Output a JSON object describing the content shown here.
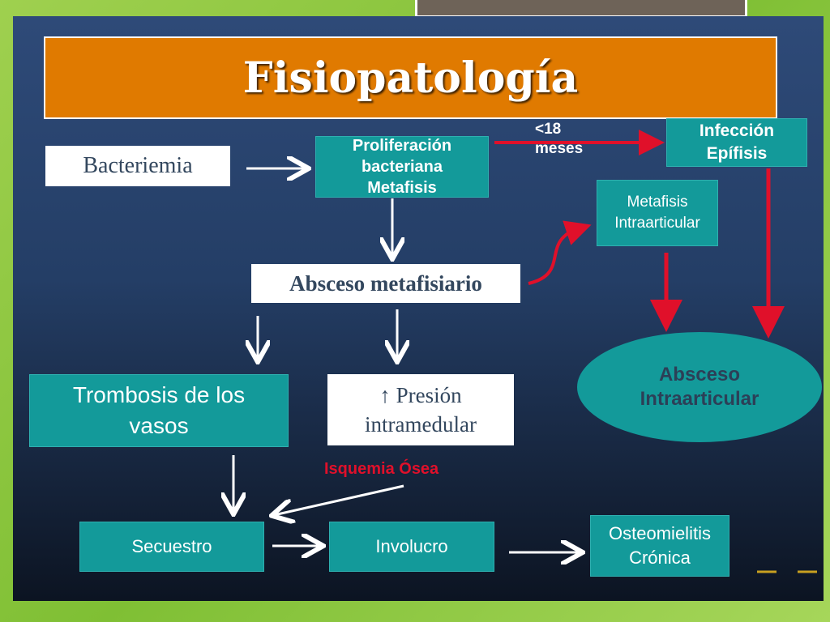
{
  "title": "Fisiopatología",
  "nodes": {
    "bacteriemia": "Bacteriemia",
    "proliferacion": [
      "Proliferación",
      "bacteriana",
      "Metafisis"
    ],
    "infeccion": [
      "Infección",
      "Epífisis"
    ],
    "metafisis_intra": [
      "Metafisis",
      "Intraarticular"
    ],
    "absceso_meta": "Absceso metafisiario",
    "trombosis": [
      "Trombosis de los",
      "vasos"
    ],
    "presion": [
      "↑ Presión",
      "intramedular"
    ],
    "absceso_intra": [
      "Absceso",
      "Intraarticular"
    ],
    "secuestro": "Secuestro",
    "involucro": "Involucro",
    "osteomielitis": [
      "Osteomielitis",
      "Crónica"
    ]
  },
  "labels": {
    "age_label": [
      "<18",
      "meses"
    ],
    "isquemia": "Isquemia Ósea"
  },
  "colors": {
    "teal": "#139a9a",
    "orange": "#e07a00",
    "red_arrow": "#e0102a",
    "isquemia_text": "#e0102a"
  }
}
